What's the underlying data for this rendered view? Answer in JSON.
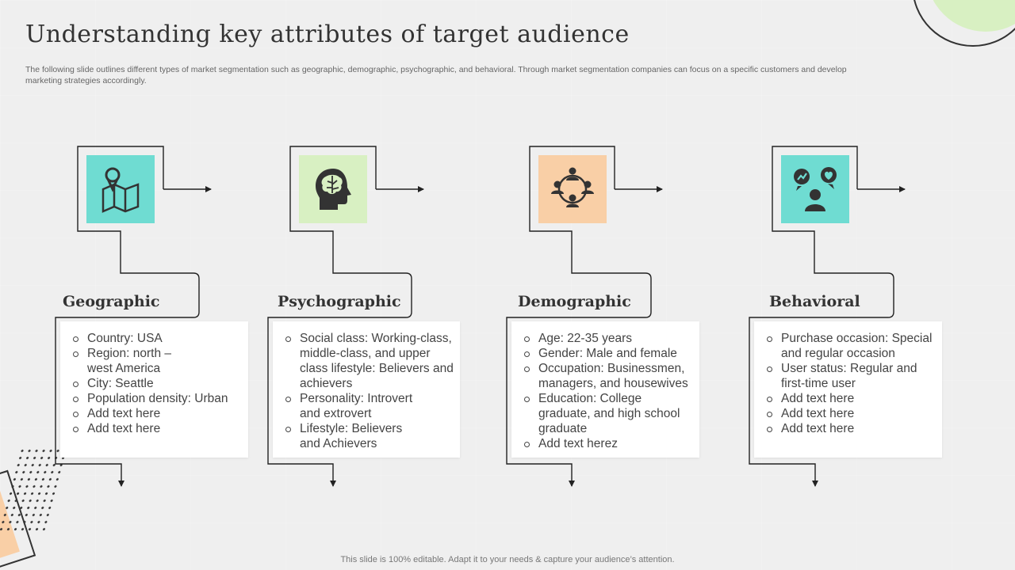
{
  "slide": {
    "title": "Understanding key attributes of target audience",
    "subtitle": "The following slide outlines different types of market segmentation such as geographic, demographic, psychographic, and behavioral. Through market segmentation companies can focus on a specific customers and develop marketing strategies accordingly.",
    "footer": "This slide is 100% editable. Adapt it to your needs & capture your audience’s attention."
  },
  "colors": {
    "teal": "#6fdcd2",
    "green": "#d8f0c2",
    "peach": "#f9cfa6",
    "icon": "#333333"
  },
  "segments": [
    {
      "heading": "Geographic",
      "icon": "map-pin-icon",
      "color": "#6fdcd2",
      "items": [
        "Country:  USA",
        "Region: north – west America",
        "City: Seattle",
        "Population density: Urban",
        "Add text here",
        "Add text here"
      ]
    },
    {
      "heading": "Psychographic",
      "icon": "head-brain-icon",
      "color": "#d8f0c2",
      "items": [
        "Social class: Working-class, middle-class, and upper class lifestyle: Believers and achievers",
        "Personality: Introvert and extrovert",
        "Lifestyle: Believers and Achievers"
      ]
    },
    {
      "heading": "Demographic",
      "icon": "people-network-icon",
      "color": "#f9cfa6",
      "items": [
        "Age: 22-35 years",
        "Gender: Male and female",
        "Occupation: Businessmen, managers, and housewives",
        "Education: College graduate, and high school graduate",
        "Add text herez"
      ]
    },
    {
      "heading": "Behavioral",
      "icon": "user-reactions-icon",
      "color": "#6fdcd2",
      "items": [
        "Purchase occasion: Special and regular occasion",
        "User status: Regular and first-time user",
        "Add text here",
        "Add text here",
        "Add text here"
      ]
    }
  ]
}
